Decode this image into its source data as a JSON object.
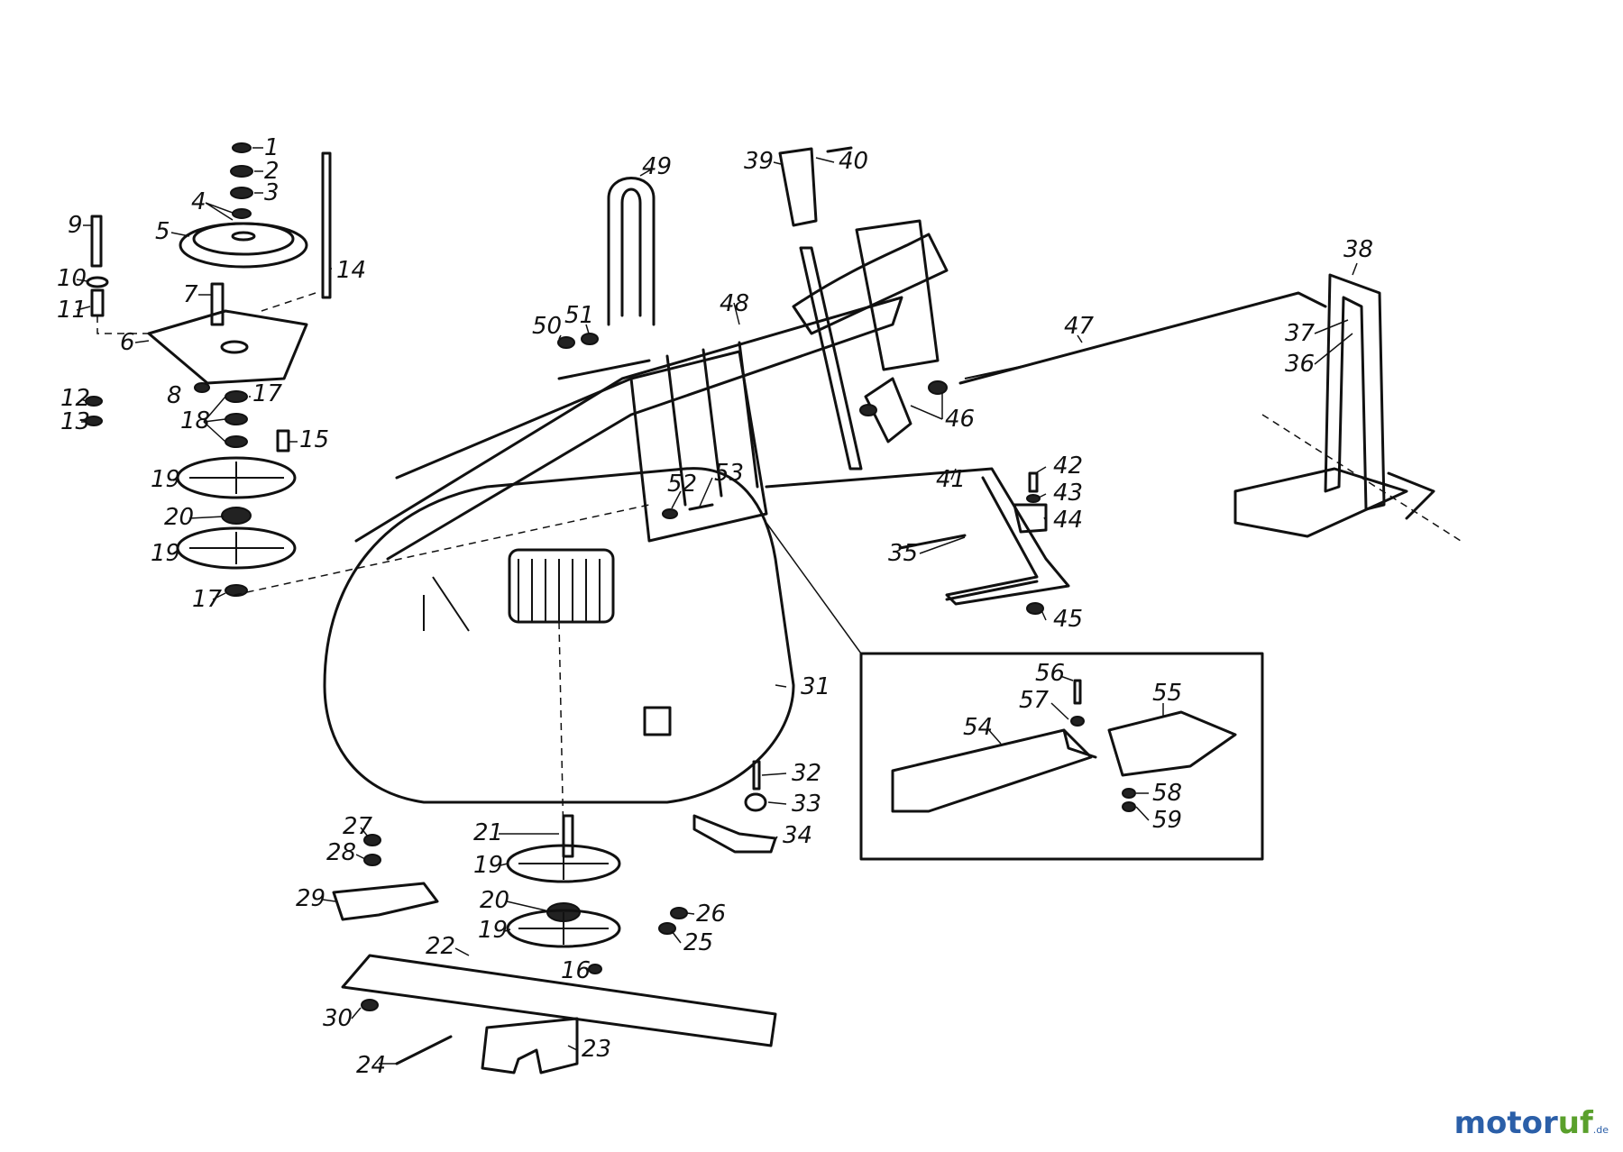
{
  "diagram": {
    "type": "exploded-parts-diagram",
    "callouts": [
      "1",
      "2",
      "3",
      "4",
      "5",
      "6",
      "7",
      "8",
      "9",
      "10",
      "11",
      "12",
      "13",
      "14",
      "15",
      "16",
      "17",
      "18",
      "19",
      "20",
      "21",
      "22",
      "23",
      "24",
      "25",
      "26",
      "27",
      "28",
      "29",
      "30",
      "31",
      "32",
      "33",
      "34",
      "35",
      "36",
      "37",
      "38",
      "39",
      "40",
      "41",
      "42",
      "43",
      "44",
      "45",
      "46",
      "47",
      "48",
      "49",
      "50",
      "51",
      "52",
      "53",
      "54",
      "55",
      "56",
      "57",
      "58",
      "59"
    ]
  },
  "watermark": {
    "part1": "motor",
    "part2": "uf",
    "suffix": ".de",
    "colors": {
      "primary": "#2b5fa8",
      "secondary": "#5aa02c"
    }
  }
}
